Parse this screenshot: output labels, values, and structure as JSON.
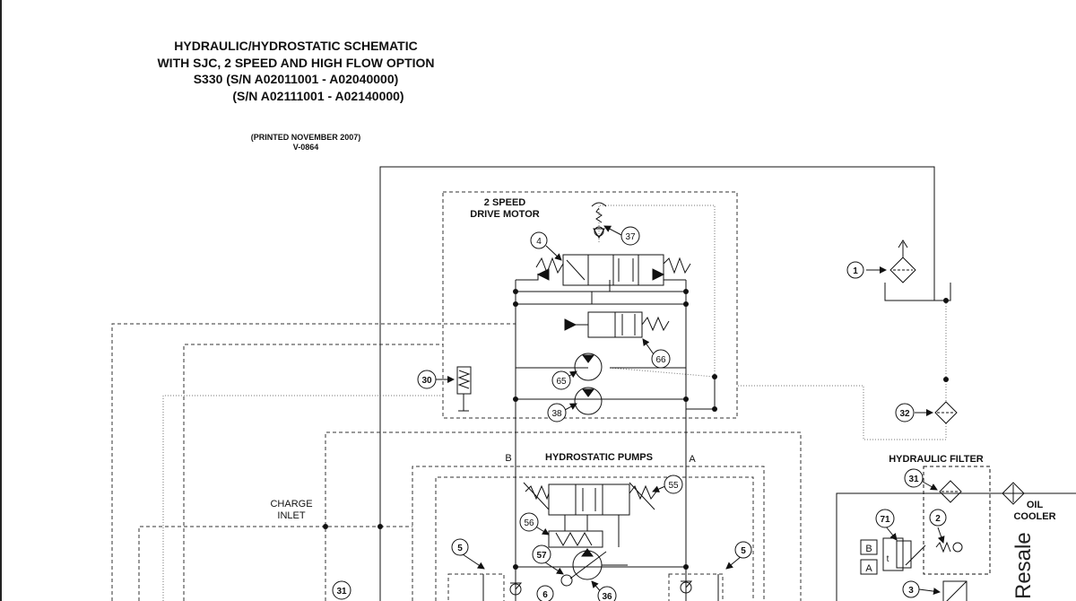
{
  "header": {
    "title_lines": [
      "HYDRAULIC/HYDROSTATIC SCHEMATIC",
      "WITH SJC, 2 SPEED AND HIGH FLOW OPTION",
      "S330 (S/N A02011001 - A02040000)",
      "(S/N A02111001 - A02140000)"
    ],
    "printed": "(PRINTED NOVEMBER 2007)",
    "code": "V-0864"
  },
  "labels": {
    "drive_motor": [
      "2 SPEED",
      "DRIVE MOTOR"
    ],
    "hydrostatic_pumps": "HYDROSTATIC PUMPS",
    "charge_inlet": [
      "CHARGE",
      "INLET"
    ],
    "hydraulic_filter": "HYDRAULIC FILTER",
    "oil_cooler": [
      "OIL",
      "COOLER"
    ],
    "port_b": "B",
    "port_a": "A",
    "filter_b": "B",
    "filter_a": "A",
    "filter_t": "t",
    "watermark": "Resale"
  },
  "callouts": [
    "1",
    "2",
    "3",
    "4",
    "5",
    "5",
    "6",
    "30",
    "31",
    "31",
    "32",
    "36",
    "37",
    "38",
    "55",
    "56",
    "57",
    "65",
    "66",
    "71"
  ]
}
